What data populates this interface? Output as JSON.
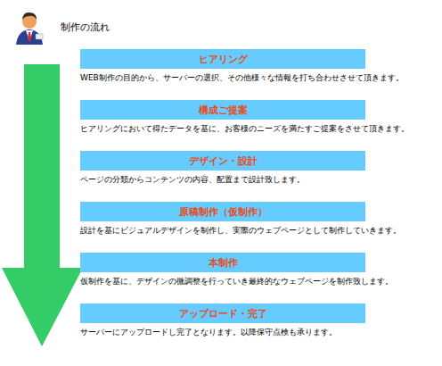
{
  "diagram": {
    "title": "制作の流れ",
    "nodes": [
      {
        "text": [
          "ヒアリング",
          "WEB制作の目的から、サーバーの選択、その他様々な情報を打ち合わせさせて頂きます。"
        ]
      },
      {
        "text": [
          "構成ご提案",
          "ヒアリングにおいて得たデータを基に、お客様のニーズを満たすご提案をさせて頂きます。"
        ]
      },
      {
        "text": [
          "デザイン・設計",
          "ページの分類からコンテンツの内容、配置まで設計致します。"
        ]
      },
      {
        "text": [
          "原稿制作（仮制作）",
          "設計を基にビジュアルデザインを制作し、実際のウェブページとして制作していきます。"
        ]
      },
      {
        "text": [
          "本制作",
          "仮制作を基に、デザインの微調整を行っていき最終的なウェブページを制作致します。"
        ]
      },
      {
        "text": [
          "アップロード・完了",
          "サーバーにアップロードし完了となります。以降保守点検も承ります。"
        ]
      }
    ]
  }
}
